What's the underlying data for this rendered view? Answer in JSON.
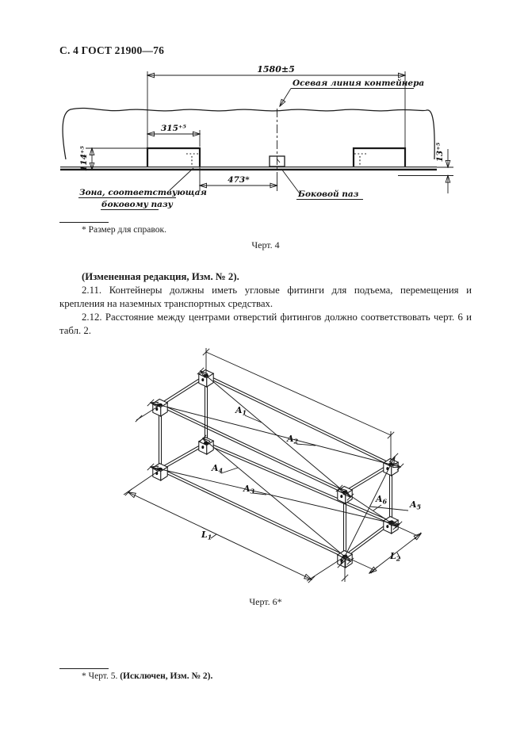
{
  "page": {
    "header": "С. 4 ГОСТ 21900—76"
  },
  "fig4": {
    "dim_total": "1580±5",
    "axis_label": "Осевая линия контейнера",
    "dim_pocket": "315⁺⁵",
    "dim_spacing": "473*",
    "dim_height": "114⁺⁵",
    "dim_base": "13⁺⁵",
    "zone_label_1": "Зона, соответствующая",
    "zone_label_2": "боковому пазу",
    "slot_label": "Боковой паз",
    "footnote": "* Размер для справок.",
    "caption": "Черт. 4"
  },
  "body": {
    "amendment": "(Измененная редакция, Изм. № 2).",
    "p211": "2.11.  Контейнеры должны иметь угловые фитинги для подъема, перемещения и крепления на наземных транспортных средствах.",
    "p212": "2.12.  Расстояние между центрами отверстий фитингов должно соответствовать черт. 6 и табл. 2."
  },
  "fig6": {
    "labels": {
      "a1": {
        "letter": "A",
        "sub": "1"
      },
      "a2": {
        "letter": "A",
        "sub": "2"
      },
      "a3": {
        "letter": "A",
        "sub": "3"
      },
      "a4": {
        "letter": "A",
        "sub": "4"
      },
      "a5": {
        "letter": "A",
        "sub": "5"
      },
      "a6": {
        "letter": "A",
        "sub": "6"
      },
      "l1": {
        "letter": "L",
        "sub": "1"
      },
      "l2": {
        "letter": "L",
        "sub": "2"
      }
    },
    "caption": "Черт. 6*"
  },
  "footer": {
    "footnote_prefix": "* Черт. 5. ",
    "footnote_bold": "(Исключен, Изм. № 2)."
  }
}
